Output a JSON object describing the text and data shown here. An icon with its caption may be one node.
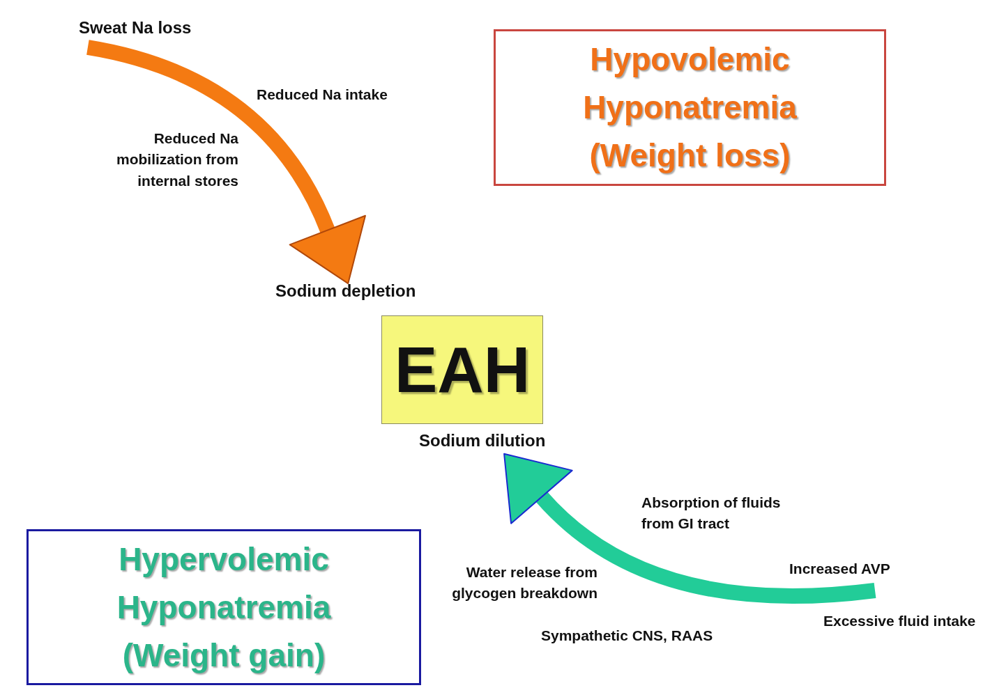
{
  "diagram": {
    "nodes": [
      {
        "text": [
          "Hypovolemic Hyponatremia (Weight loss)"
        ]
      },
      {
        "text": [
          "Sweat Na loss"
        ]
      },
      {
        "text": [
          "Sodium depletion"
        ]
      },
      {
        "text": [
          "EAH"
        ]
      },
      {
        "text": [
          "Sodium dilution"
        ]
      },
      {
        "text": [
          "Hypervolemic Hyponatremia (Weight gain)"
        ]
      }
    ],
    "edges": [
      {
        "from": 1,
        "to": 2,
        "arrow": "to",
        "color": "#f47a12"
      },
      {
        "from": null,
        "to": 4,
        "arrow": "to",
        "color": "#22cc98"
      }
    ],
    "labels": [
      "Reduced Na intake",
      "Reduced Na mobilization from internal stores",
      "Absorption of fluids from GI tract",
      "Water release from glycogen breakdown",
      "Increased AVP",
      "Excessive fluid intake",
      "Sympathetic CNS, RAAS"
    ]
  }
}
